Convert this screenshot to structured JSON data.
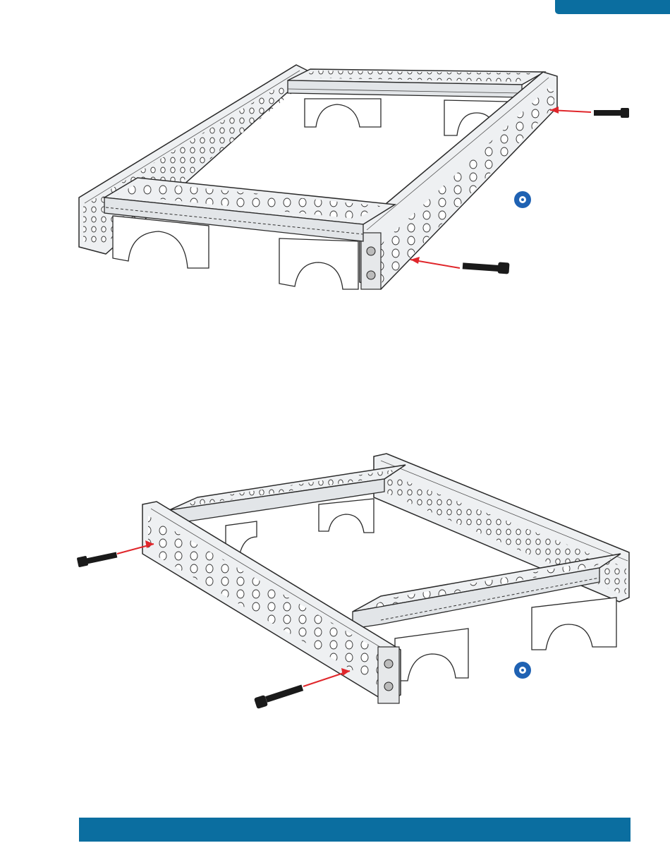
{
  "page": {
    "figures": [
      {
        "id": "figure-1",
        "parts": [
          "channel-frame",
          "screw-top-right",
          "screw-bottom-right",
          "gear-badge"
        ]
      },
      {
        "id": "figure-2",
        "parts": [
          "channel-frame",
          "screw-left-top",
          "screw-left-bottom",
          "gear-badge"
        ]
      }
    ],
    "icons": {
      "badge": "gear-icon",
      "screw": "socket-head-screw-icon",
      "arrow": "red-arrow-icon"
    }
  },
  "colors": {
    "brand": "#0b6ea0",
    "arrow": "#e0262b",
    "badge": "#1f62b3",
    "metal": "#eef0f2",
    "outline": "#2b2b2b",
    "screw": "#1a1a1a"
  }
}
